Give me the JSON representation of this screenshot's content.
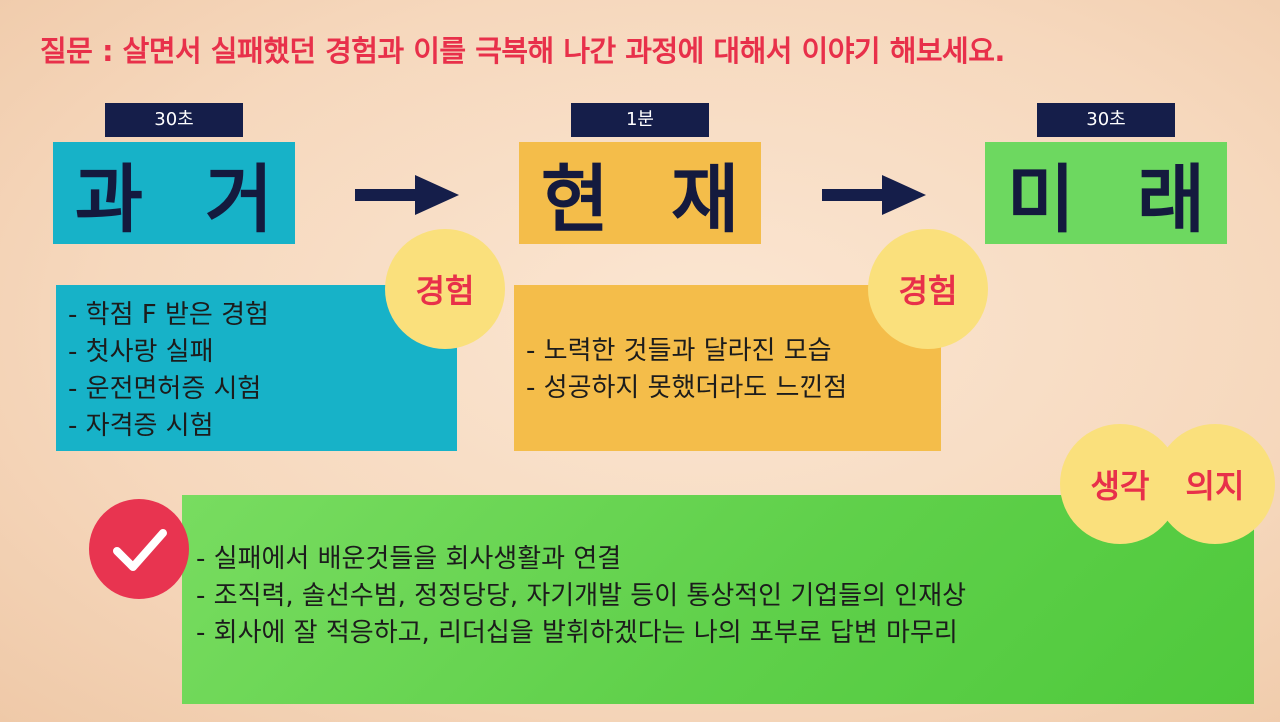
{
  "question": "질문 : 살면서 실패했던 경험과 이를 극복해 나간 과정에 대해서 이야기 해보세요.",
  "stages": [
    {
      "time": "30초",
      "char1": "과",
      "char2": "거"
    },
    {
      "time": "1분",
      "char1": "현",
      "char2": "재"
    },
    {
      "time": "30초",
      "char1": "미",
      "char2": "래"
    }
  ],
  "circles": {
    "exp1": "경험",
    "exp2": "경험",
    "thought": "생각",
    "will": "의지"
  },
  "past_items": [
    "- 학점 F 받은 경험",
    "- 첫사랑 실패",
    "- 운전면허증 시험",
    "- 자격증 시험"
  ],
  "present_items": [
    "- 노력한 것들과 달라진 모습",
    "- 성공하지 못했더라도 느낀점"
  ],
  "future_items": [
    "- 실패에서 배운것들을 회사생활과 연결",
    "- 조직력, 솔선수범, 정정당당, 자기개발 등이 통상적인 기업들의 인재상",
    "- 회사에 잘 적응하고, 리더십을 발휘하겠다는 나의 포부로 답변 마무리"
  ],
  "colors": {
    "question": "#e8304a",
    "teal": "#17b2c8",
    "yellow": "#f4bd4a",
    "green": "#6dd860",
    "navy": "#151e4a",
    "circle": "#fae07c",
    "check": "#e83450"
  },
  "icons": {
    "arrow": "arrow-right-icon",
    "check": "checkmark-icon"
  }
}
